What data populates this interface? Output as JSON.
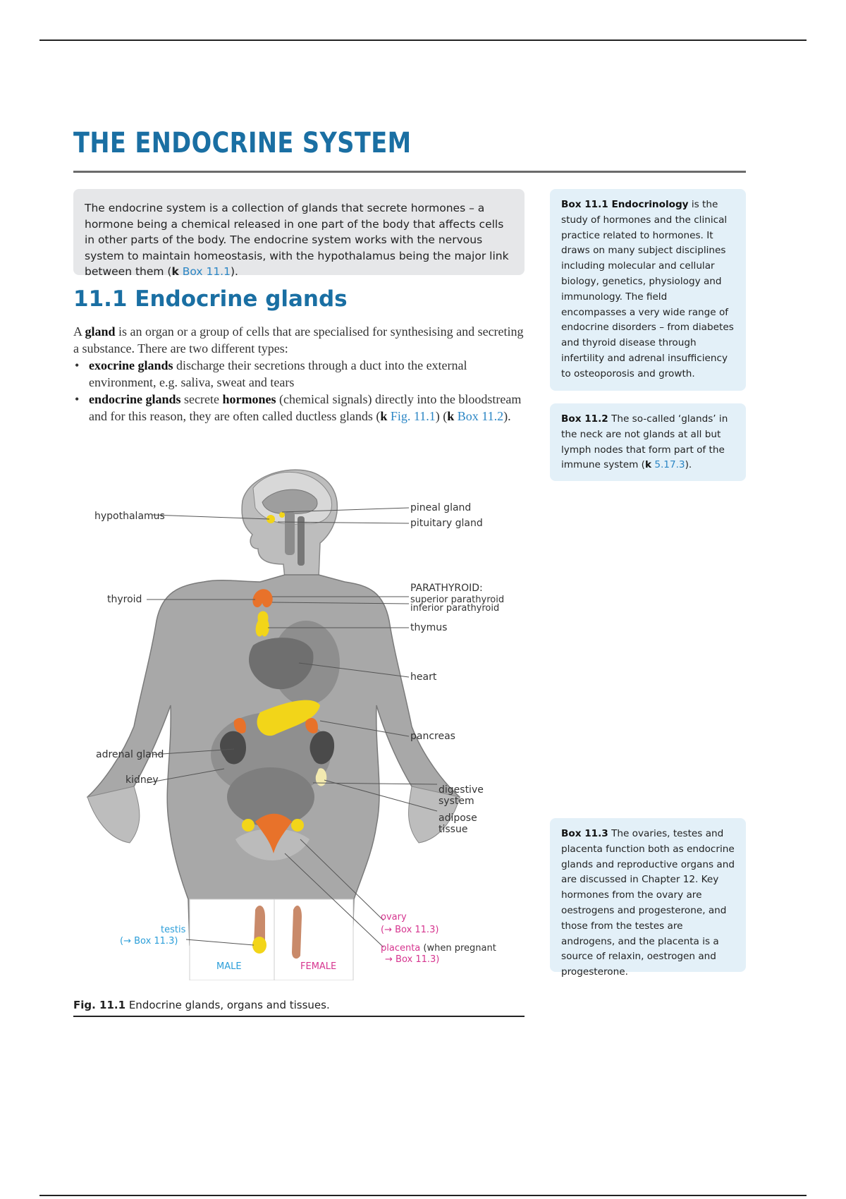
{
  "page": {
    "chapter_title": "THE ENDOCRINE SYSTEM",
    "intro": {
      "text": "The endocrine system is a collection of glands that secrete hormones – a hormone being a chemical released in one part of the body that affects cells in other parts of the body. The endocrine system works with the nervous system to maintain homeostasis, with the hypothalamus being the major link between them (",
      "ref_marker": "k",
      "ref": "Box 11.1",
      "end": ")."
    },
    "section_heading": "11.1  Endocrine glands",
    "body": {
      "p1_pre": "A ",
      "p1_bold": "gland",
      "p1_post": " is an organ or a group of cells that are specialised for synthesising and secreting a substance. There are two different types:",
      "b1_bold": "exocrine glands",
      "b1_text": " discharge their secretions through a duct into the external environment, e.g. saliva, sweat and tears",
      "b2_bold": "endocrine glands",
      "b2_mid": " secrete ",
      "b2_bold2": "hormones",
      "b2_post": " (chemical signals) directly into the bloodstream and for this reason, they are often called ductless glands (",
      "b2_k1": "k",
      "b2_ref1": "Fig. 11.1",
      "b2_sep": ") (",
      "b2_k2": "k",
      "b2_ref2": "Box 11.2",
      "b2_end": ")."
    },
    "boxes": {
      "box1": {
        "lead": "Box 11.1 Endocrinology",
        "text": " is the study of hormones and the clinical practice related to hormones. It draws on many subject disciplines including molecular and cellular biology, genetics, physiology and immunology. The field encompasses a very wide range of endocrine disorders – from diabetes and thyroid disease through infertility and adrenal insufficiency to osteoporosis and growth."
      },
      "box2": {
        "lead": "Box 11.2",
        "text": " The so-called ‘glands’ in the neck are not glands at all but lymph nodes that form part of the immune system (",
        "k": "k",
        "ref": "5.17.3",
        "end": ")."
      },
      "box3": {
        "lead": "Box 11.3",
        "text": " The ovaries, testes and placenta function both as endocrine glands and reproductive organs and are discussed in Chapter 12. Key hormones from the ovary are oestrogens and progesterone, and those from the testes are androgens, and the placenta is a source of relaxin, oestrogen and progesterone."
      }
    },
    "figure": {
      "labels": {
        "hypothalamus": "hypothalamus",
        "pineal": "pineal gland",
        "pituitary": "pituitary gland",
        "parathyroid_head": "PARATHYROID:",
        "superior_parathyroid": "superior parathyroid",
        "inferior_parathyroid": "inferior parathyroid",
        "thyroid": "thyroid",
        "thymus": "thymus",
        "heart": "heart",
        "pancreas": "pancreas",
        "adrenal": "adrenal gland",
        "kidney": "kidney",
        "digestive": "digestive system",
        "adipose": "adipose tissue",
        "testis": "testis",
        "testis_ref": "(→ Box 11.3)",
        "ovary": "ovary",
        "ovary_ref": "(→ Box 11.3)",
        "placenta": "placenta",
        "placenta_note": " (when pregnant",
        "placenta_ref": "→ Box 11.3)",
        "male": "MALE",
        "female": "FEMALE"
      },
      "caption_lead": "Fig. 11.1",
      "caption_text": " Endocrine glands, organs and tissues."
    },
    "colors": {
      "heading_blue": "#1a6fa3",
      "link_blue": "#2b86c5",
      "intro_bg": "#e6e7e9",
      "sidebox_bg": "#e3f0f8",
      "gland_yellow": "#f2d519",
      "gland_orange": "#e8722a",
      "male_blue": "#2b9ed9",
      "female_pink": "#d6358f"
    }
  }
}
